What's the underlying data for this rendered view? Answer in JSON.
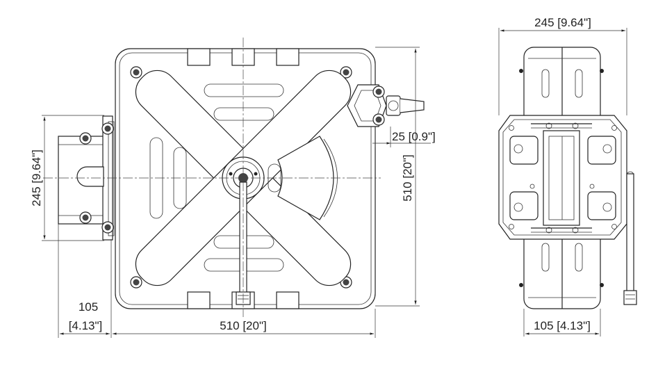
{
  "dimensions": {
    "front_width": "510 [20\"]",
    "front_height": "510 [20\"]",
    "bracket_height": "245 [9.64\"]",
    "bracket_depth_mm": "105",
    "bracket_depth_in": "[4.13\"]",
    "hose_offset": "25 [0.9\"]",
    "side_width": "245 [9.64\"]",
    "side_depth": "105 [4.13\"]"
  }
}
